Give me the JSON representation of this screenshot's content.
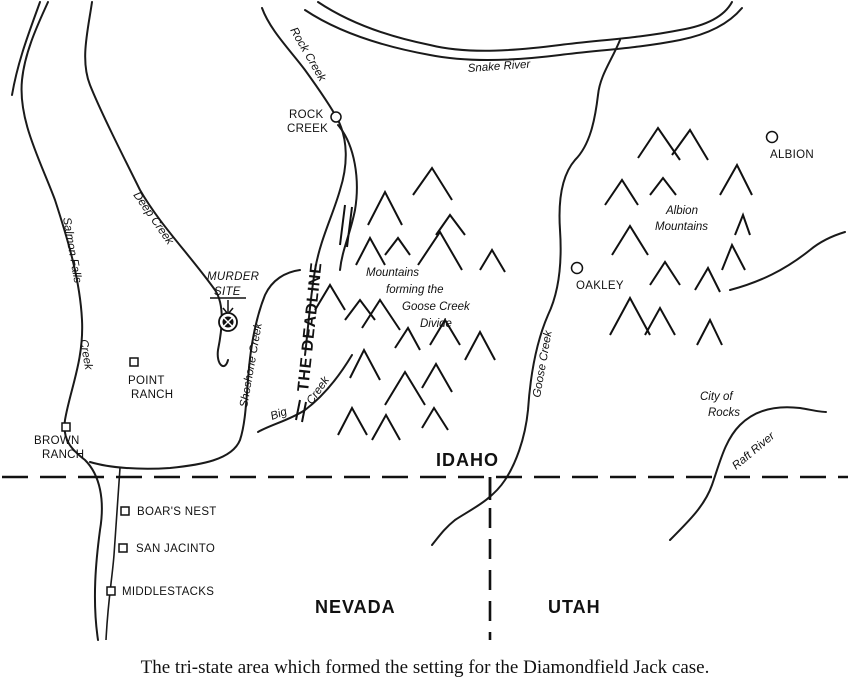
{
  "rivers": {
    "snake": "Snake River",
    "rock_creek": "Rock Creek",
    "deep_creek": "Deep Creek",
    "salmon_falls": "Salmon Falls",
    "salmon_falls_creek": "Creek",
    "shoshone_creek": "Shoshone Creek",
    "big_creek_1": "Big",
    "big_creek_2": "Creek",
    "goose_creek": "Goose Creek",
    "raft_river": "Raft River"
  },
  "places": {
    "rock_creek_1": "ROCK",
    "rock_creek_2": "CREEK",
    "albion": "ALBION",
    "oakley": "OAKLEY",
    "point_ranch_1": "POINT",
    "point_ranch_2": "RANCH",
    "brown_ranch_1": "BROWN",
    "brown_ranch_2": "RANCH",
    "boars_nest": "BOAR'S NEST",
    "san_jacinto": "SAN JACINTO",
    "middlestacks": "MIDDLESTACKS",
    "murder_1": "MURDER",
    "murder_2": "SITE"
  },
  "regions": {
    "albion_mtns_1": "Albion",
    "albion_mtns_2": "Mountains",
    "goose_divide_1": "Mountains",
    "goose_divide_2": "forming the",
    "goose_divide_3": "Goose Creek",
    "goose_divide_4": "Divide",
    "city_of_rocks_1": "City of",
    "city_of_rocks_2": "Rocks",
    "deadline": "THE DEADLINE"
  },
  "states": {
    "idaho": "IDAHO",
    "nevada": "NEVADA",
    "utah": "UTAH"
  },
  "caption": "The tri-state area which formed the setting for the Diamondfield Jack case."
}
